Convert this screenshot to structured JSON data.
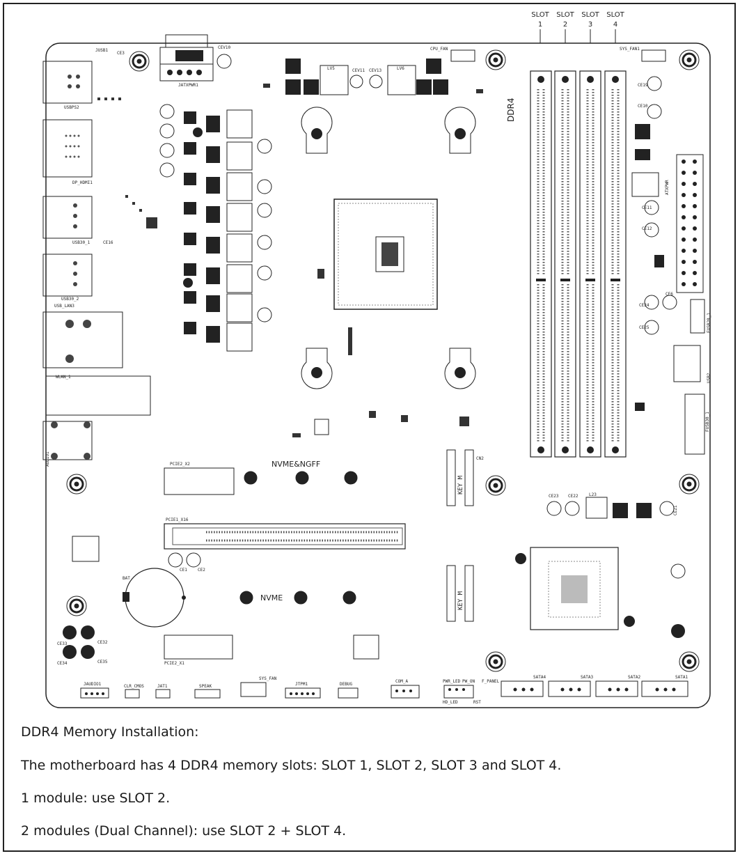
{
  "slot_labels": {
    "s1": [
      "SLOT",
      "1"
    ],
    "s2": [
      "SLOT",
      "2"
    ],
    "s3": [
      "SLOT",
      "3"
    ],
    "s4": [
      "SLOT",
      "4"
    ]
  },
  "board": {
    "ddr4": "DDR4",
    "nvme_ngff": "NVME&NGFF",
    "nvme": "NVME",
    "bat": "BAT",
    "labels": {
      "jusb1": "JUSB1",
      "ce3": "CE3",
      "usbps2": "USBPS2",
      "dp_hdmi1": "DP_HDMI1",
      "usb30_1": "USB30_1",
      "usb30_2": "USB30_2",
      "usb_lan3": "USB_LAN3",
      "wlan_1": "WLAN_1",
      "audio1": "AUDIO1",
      "jatxpwr1": "JATXPWR1",
      "cpu_fan": "CPU_FAN",
      "sys_fan1": "SYS_FAN1",
      "atxpwr": "ATXPWR",
      "fusb20_1": "FUSB20_1",
      "usb2": "USB2",
      "fusb30_1": "FUSB30_1",
      "pcie2_x2": "PCIE2_X2",
      "pcie1_x16": "PCIE1_X16",
      "pcie2_x1": "PCIE2_X1",
      "cn2": "CN2",
      "key_m": "KEY M",
      "l23": "L23",
      "ce23": "CE23",
      "ce22": "CE22",
      "ce21": "CE21",
      "ce1": "CE1",
      "ce2": "CE2",
      "ce33": "CE33",
      "ce32": "CE32",
      "ce34": "CE34",
      "ce35": "CE35",
      "jaudio1": "JAUDIO1",
      "clr_cmos": "CLR_CMOS",
      "jat1": "JAT1",
      "speak": "SPEAK",
      "sys_fan": "SYS_FAN",
      "jtpm1": "JTPM1",
      "debug": "DEBUG",
      "com_a": "COM_A",
      "pwr_led": "PWR_LED",
      "pw_on": "PW_ON",
      "f_panel": "F_PANEL",
      "hd_led": "HD_LED",
      "rst": "RST",
      "sata4": "SATA4",
      "sata3": "SATA3",
      "sata2": "SATA2",
      "sata1": "SATA1",
      "lv5": "LV5",
      "lv6": "LV6",
      "cev10": "CEV10",
      "cev11": "CEV11",
      "cev13": "CEV13",
      "ce19": "CE19",
      "ce10": "CE10",
      "ce11": "CE11",
      "ce12": "CE12",
      "ce24": "CE24",
      "ce25": "CE25",
      "ce6": "CE6",
      "ce16": "CE16"
    }
  },
  "captions": {
    "title": "DDR4 Memory Installation:",
    "line1": "The motherboard has 4 DDR4 memory slots: SLOT 1, SLOT 2, SLOT 3 and SLOT 4.",
    "line2": "1 module: use SLOT 2.",
    "line3": "2 modules (Dual Channel): use SLOT 2 + SLOT 4."
  }
}
